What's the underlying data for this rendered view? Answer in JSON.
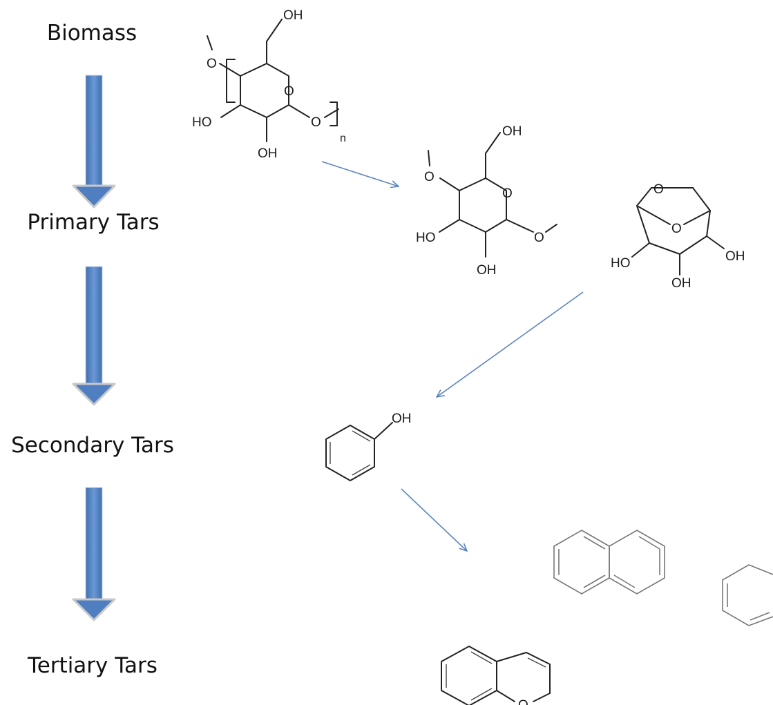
{
  "stages": [
    {
      "name": "Biomass"
    },
    {
      "name": "Primary Tars"
    },
    {
      "name": "Secondary Tars"
    },
    {
      "name": "Tertiary Tars"
    }
  ],
  "colors": {
    "stage_arrow": "#4f7fc0",
    "reaction_arrow": "#5b84c0",
    "bond": "#222222"
  },
  "molecules": {
    "cellulose": {
      "oh_top": "OH",
      "o_ring": "O",
      "o_left": "O",
      "ho": "HO",
      "oh_bottom": "OH",
      "o_link": "O",
      "n": "n"
    },
    "glucose_unit": {
      "oh_top": "OH",
      "o_ring": "O",
      "ho": "HO",
      "oh_bottom": "OH"
    },
    "levoglucosan": {
      "o_top": "O",
      "o_bridge": "O",
      "ho": "HO",
      "oh_right": "OH",
      "oh_bottom": "OH"
    },
    "phenol": {
      "oh": "OH"
    },
    "benzofuran": {
      "o": "O"
    }
  }
}
